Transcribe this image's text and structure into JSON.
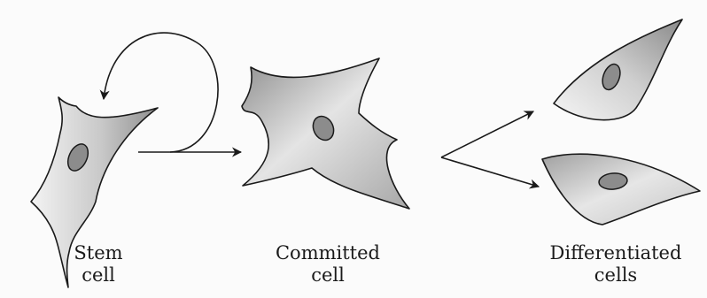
{
  "labels": {
    "stem": {
      "line1": "Stem",
      "line2": "cell"
    },
    "committed": {
      "line1": "Committed",
      "line2": "cell"
    },
    "differentiated": {
      "line1": "Differentiated",
      "line2": "cells"
    }
  },
  "colors": {
    "cell_fill_light": "#f2f2f2",
    "cell_fill_dark": "#9a9a9a",
    "nucleus": "#8c8c8c",
    "stroke": "#1a1a1a",
    "background": "#fbfbfb"
  }
}
